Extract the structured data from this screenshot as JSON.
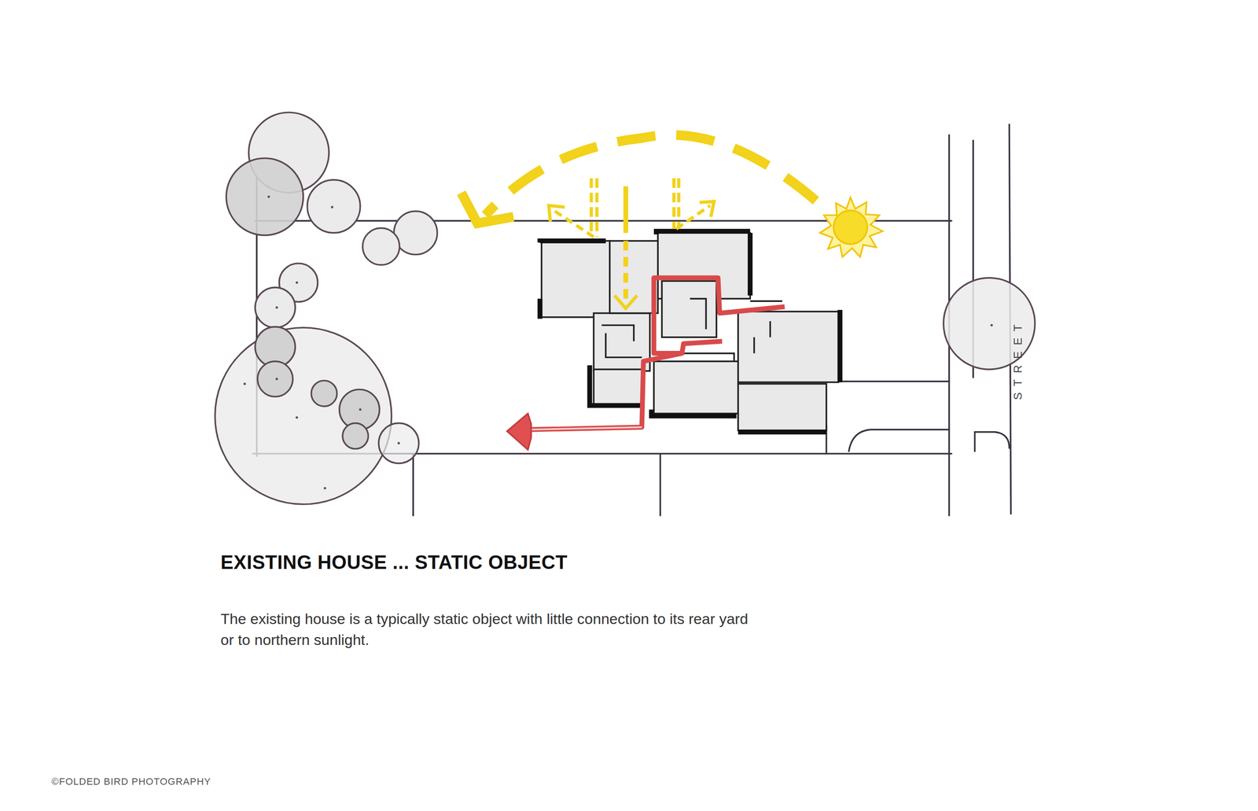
{
  "diagram": {
    "title": "EXISTING HOUSE ... STATIC OBJECT",
    "caption": "The existing house is a typically static object with little connection to its rear yard or to northern sunlight.",
    "labels": [
      "STREET",
      "©FOLDED BIRD PHOTOGRAPHY"
    ]
  }
}
